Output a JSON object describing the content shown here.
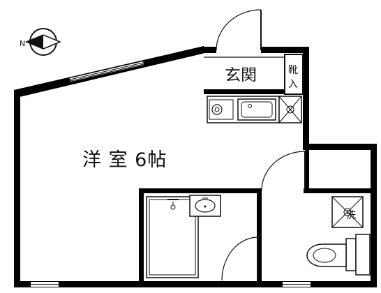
{
  "compass": {
    "label": "N",
    "icon": "north-arrow-icon"
  },
  "rooms": {
    "western_room": "洋 室 6帖",
    "entrance": "玄関",
    "shoe_box_top": "靴",
    "shoe_box_bottom": "入",
    "laundry": "洗"
  },
  "colors": {
    "wall": "#000000",
    "line": "#111111",
    "background": "#ffffff"
  }
}
